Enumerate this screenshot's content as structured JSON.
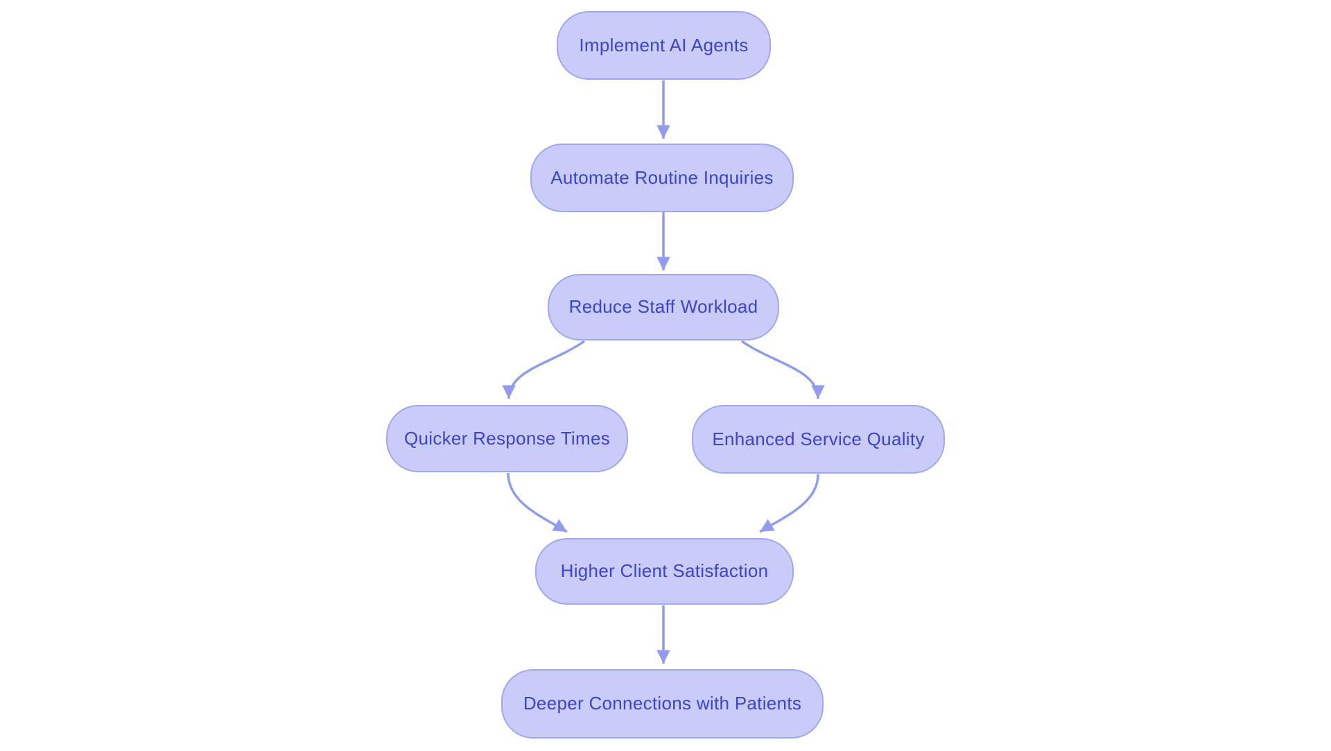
{
  "diagram": {
    "type": "flowchart",
    "direction": "top-down",
    "background": "#ffffff"
  },
  "palette": {
    "node-fill": "#c9cbf8",
    "node-border": "#a0a6f1",
    "node-text": "#3e43c7",
    "edge": "#939bef",
    "canvas-bg": "#ffffff"
  },
  "nodes": [
    {
      "id": "implement-ai-agents",
      "label": "Implement AI Agents"
    },
    {
      "id": "automate-routine-inquiries",
      "label": "Automate Routine Inquiries"
    },
    {
      "id": "reduce-staff-workload",
      "label": "Reduce Staff Workload"
    },
    {
      "id": "quicker-response-times",
      "label": "Quicker Response Times"
    },
    {
      "id": "enhanced-service-quality",
      "label": "Enhanced Service Quality"
    },
    {
      "id": "higher-client-satisfaction",
      "label": "Higher Client Satisfaction"
    },
    {
      "id": "deeper-connections-with-patients",
      "label": "Deeper Connections with Patients"
    }
  ],
  "edges": [
    {
      "from": "implement-ai-agents",
      "to": "automate-routine-inquiries"
    },
    {
      "from": "automate-routine-inquiries",
      "to": "reduce-staff-workload"
    },
    {
      "from": "reduce-staff-workload",
      "to": "quicker-response-times"
    },
    {
      "from": "reduce-staff-workload",
      "to": "enhanced-service-quality"
    },
    {
      "from": "quicker-response-times",
      "to": "higher-client-satisfaction"
    },
    {
      "from": "enhanced-service-quality",
      "to": "higher-client-satisfaction"
    },
    {
      "from": "higher-client-satisfaction",
      "to": "deeper-connections-with-patients"
    }
  ]
}
